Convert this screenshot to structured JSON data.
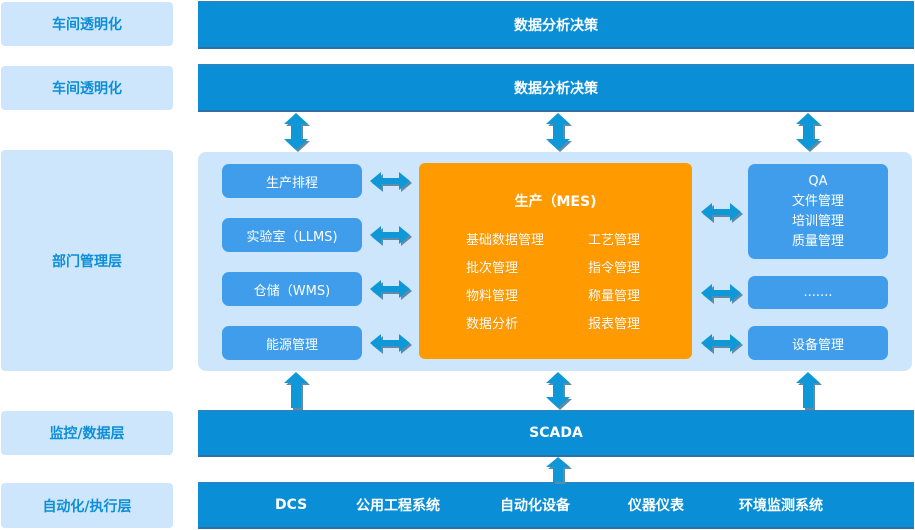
{
  "layers": [
    {
      "label": "车间透明化",
      "band": "数据分析决策"
    },
    {
      "label": "车间透明化",
      "band": "数据分析决策"
    },
    {
      "label": "部门管理层"
    },
    {
      "label": "监控/数据层",
      "band": "SCADA"
    },
    {
      "label": "自动化/执行层",
      "items": [
        "DCS",
        "公用工程系统",
        "自动化设备",
        "仪器仪表",
        "环境监测系统"
      ]
    }
  ],
  "left_modules": [
    "生产排程",
    "实验室（LLMS)",
    "仓储（WMS)",
    "能源管理"
  ],
  "mes": {
    "title": "生产（MES)",
    "left_items": [
      "基础数据管理",
      "批次管理",
      "物料管理",
      "数据分析"
    ],
    "right_items": [
      "工艺管理",
      "指令管理",
      "称量管理",
      "报表管理"
    ]
  },
  "right_modules": {
    "qa": [
      "QA",
      "文件管理",
      "培训管理",
      "质量管理"
    ],
    "more": ".......",
    "equipment": "设备管理"
  },
  "colors": {
    "band_blue": "#0a8ed5",
    "label_bg": "#cde6fb",
    "label_text": "#0d8ed6",
    "module_blue": "#3f9deb",
    "mes_orange": "#ff9a00",
    "arrow_blue": "#0f98d8"
  }
}
